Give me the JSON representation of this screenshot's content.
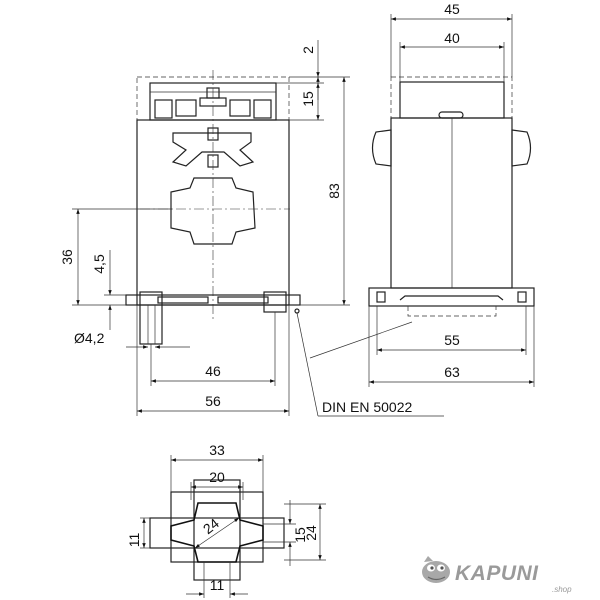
{
  "front_view": {
    "dims": {
      "top_gap": "2",
      "top_height": "15",
      "total_height": "83",
      "window_height": "36",
      "foot_height": "4,5",
      "hole_dia": "Ø4,2",
      "foot_span": "46",
      "width": "56"
    }
  },
  "side_view": {
    "dims": {
      "outer_top": "45",
      "inner_top": "40",
      "rail_span": "55",
      "base_width": "63"
    },
    "rail_label": "DIN EN 50022"
  },
  "window_view": {
    "dims": {
      "outer_width": "33",
      "inner_width": "20",
      "diagonal": "24",
      "left_height": "11",
      "right_inner": "15",
      "right_outer": "24",
      "bottom_width": "11"
    }
  },
  "brand": {
    "name": "KAPUNI",
    "sub": ".shop"
  }
}
